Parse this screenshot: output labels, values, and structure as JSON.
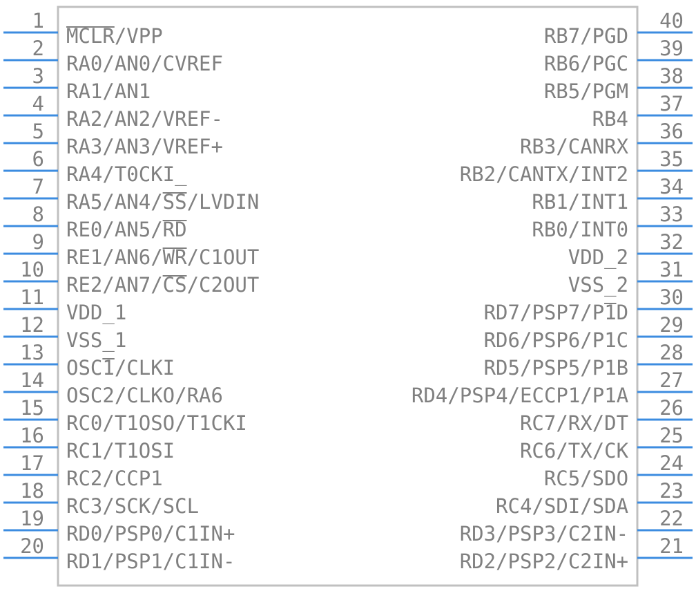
{
  "component": {
    "body_color": "#c0c0c0",
    "pin_color": "#3c8ce0",
    "text_color": "#808080"
  },
  "left_pins": [
    {
      "number": "1",
      "label": "MCLR/VPP",
      "overbar": "MCLR"
    },
    {
      "number": "2",
      "label": "RA0/AN0/CVREF"
    },
    {
      "number": "3",
      "label": "RA1/AN1"
    },
    {
      "number": "4",
      "label": "RA2/AN2/VREF-"
    },
    {
      "number": "5",
      "label": "RA3/AN3/VREF+"
    },
    {
      "number": "6",
      "label": "RA4/T0CKI_"
    },
    {
      "number": "7",
      "label": "RA5/AN4/SS/LVDIN",
      "overbar": "SS"
    },
    {
      "number": "8",
      "label": "RE0/AN5/RD",
      "overbar": "RD"
    },
    {
      "number": "9",
      "label": "RE1/AN6/WR/C1OUT",
      "overbar": "WR"
    },
    {
      "number": "10",
      "label": "RE2/AN7/CS/C2OUT",
      "overbar": "CS"
    },
    {
      "number": "11",
      "label": "VDD_1"
    },
    {
      "number": "12",
      "label": "VSS_1"
    },
    {
      "number": "13",
      "label": "OSC1/CLKI",
      "overbar": "1"
    },
    {
      "number": "14",
      "label": "OSC2/CLKO/RA6"
    },
    {
      "number": "15",
      "label": "RC0/T1OSO/T1CKI"
    },
    {
      "number": "16",
      "label": "RC1/T1OSI"
    },
    {
      "number": "17",
      "label": "RC2/CCP1"
    },
    {
      "number": "18",
      "label": "RC3/SCK/SCL"
    },
    {
      "number": "19",
      "label": "RD0/PSP0/C1IN+"
    },
    {
      "number": "20",
      "label": "RD1/PSP1/C1IN-"
    }
  ],
  "right_pins": [
    {
      "number": "40",
      "label": "RB7/PGD"
    },
    {
      "number": "39",
      "label": "RB6/PGC"
    },
    {
      "number": "38",
      "label": "RB5/PGM"
    },
    {
      "number": "37",
      "label": "RB4"
    },
    {
      "number": "36",
      "label": "RB3/CANRX"
    },
    {
      "number": "35",
      "label": "RB2/CANTX/INT2"
    },
    {
      "number": "34",
      "label": "RB1/INT1"
    },
    {
      "number": "33",
      "label": "RB0/INT0"
    },
    {
      "number": "32",
      "label": "VDD_2"
    },
    {
      "number": "31",
      "label": "VSS_2"
    },
    {
      "number": "30",
      "label": "RD7/PSP7/P1D",
      "overbar": "1"
    },
    {
      "number": "29",
      "label": "RD6/PSP6/P1C"
    },
    {
      "number": "28",
      "label": "RD5/PSP5/P1B"
    },
    {
      "number": "27",
      "label": "RD4/PSP4/ECCP1/P1A"
    },
    {
      "number": "26",
      "label": "RC7/RX/DT"
    },
    {
      "number": "25",
      "label": "RC6/TX/CK"
    },
    {
      "number": "24",
      "label": "RC5/SDO"
    },
    {
      "number": "23",
      "label": "RC4/SDI/SDA"
    },
    {
      "number": "22",
      "label": "RD3/PSP3/C2IN-"
    },
    {
      "number": "21",
      "label": "RD2/PSP2/C2IN+"
    }
  ]
}
